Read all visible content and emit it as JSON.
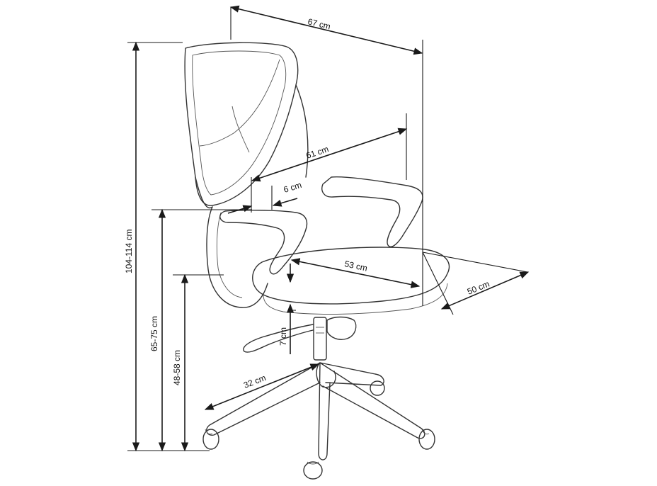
{
  "dimensions": {
    "width_total": "67 cm",
    "backrest_width": "61 cm",
    "armrest_width": "6 cm",
    "total_height": "104-114 cm",
    "armrest_height": "65-75 cm",
    "seat_height": "48-58 cm",
    "seat_width": "53 cm",
    "seat_depth": "50 cm",
    "height_adjust": "7 cm",
    "base_radius": "32 cm"
  },
  "colors": {
    "line": "#1a1a1a",
    "chair": "#333333",
    "background": "#ffffff"
  }
}
